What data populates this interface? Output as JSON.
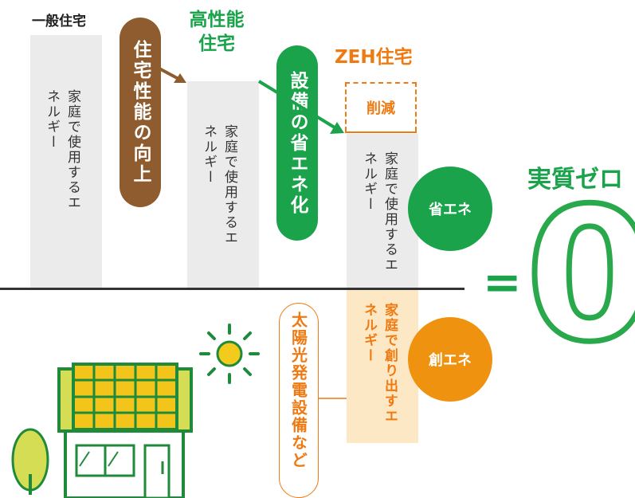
{
  "columns": {
    "general": {
      "title": "一般住宅",
      "bar_text": "家庭で使用するエネルギー"
    },
    "high_performance": {
      "title_line1": "高性能",
      "title_line2": "住宅",
      "bar_text": "家庭で使用するエネルギー"
    },
    "zeh": {
      "title": "ZEH住宅",
      "reduction_label": "削減",
      "bar_text": "家庭で使用するエネルギー",
      "creation_text": "家庭で創り出すエネルギー"
    }
  },
  "steps": {
    "step1": "住宅性能の向上",
    "step2": "設備の省エネ化"
  },
  "badges": {
    "save": "省エネ",
    "create": "創エネ"
  },
  "solar_label": "太陽光発電設備など",
  "result": {
    "equals": "=",
    "label": "実質ゼロ",
    "zero": "0"
  },
  "colors": {
    "green": "#1aa34a",
    "brown": "#8e5c2e",
    "orange": "#ef7a12",
    "bar_gray": "#ebebeb",
    "bar_peach": "#fde8c6",
    "house_green": "#1f8a3a",
    "roof_yellow": "#d5dd54"
  }
}
